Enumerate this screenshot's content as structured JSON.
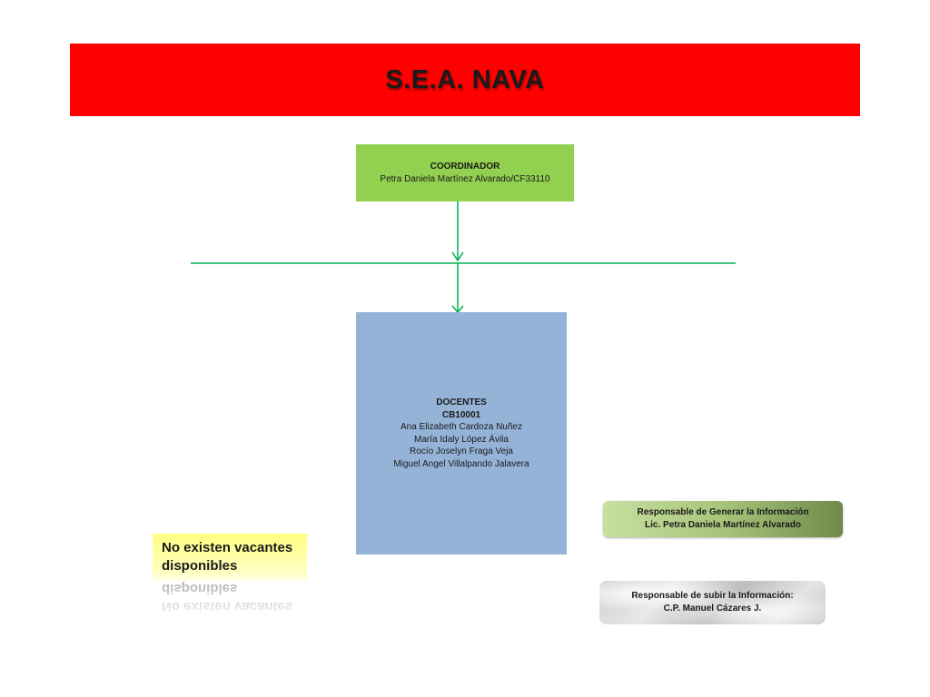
{
  "header": {
    "title": "S.E.A. NAVA"
  },
  "coordinador": {
    "role": "COORDINADOR",
    "name": "Petra Daniela Martínez Alvarado/CF33110"
  },
  "docentes": {
    "role": "DOCENTES",
    "code": "CB10001",
    "members": [
      "Ana Elizabeth Cardoza Nuñez",
      "María  Idaly López Ávila",
      "Rocío Joselyn Fraga Veja",
      "Miguel Angel Villalpando Jalavera"
    ]
  },
  "vacantes": {
    "line1": "No existen vacantes",
    "line2": "disponibles"
  },
  "responsable_generar": {
    "label": "Responsable de Generar la Información",
    "name": "Lic. Petra Daniela Martínez Alvarado"
  },
  "responsable_subir": {
    "label": "Responsable de subir la Información:",
    "name": "C.P. Manuel Cázares J."
  },
  "colors": {
    "banner": "#ff0000",
    "coordinador_box": "#92d050",
    "docentes_box": "#95b3d7",
    "connector": "#00b050",
    "vacantes_box": "#ffff80"
  }
}
